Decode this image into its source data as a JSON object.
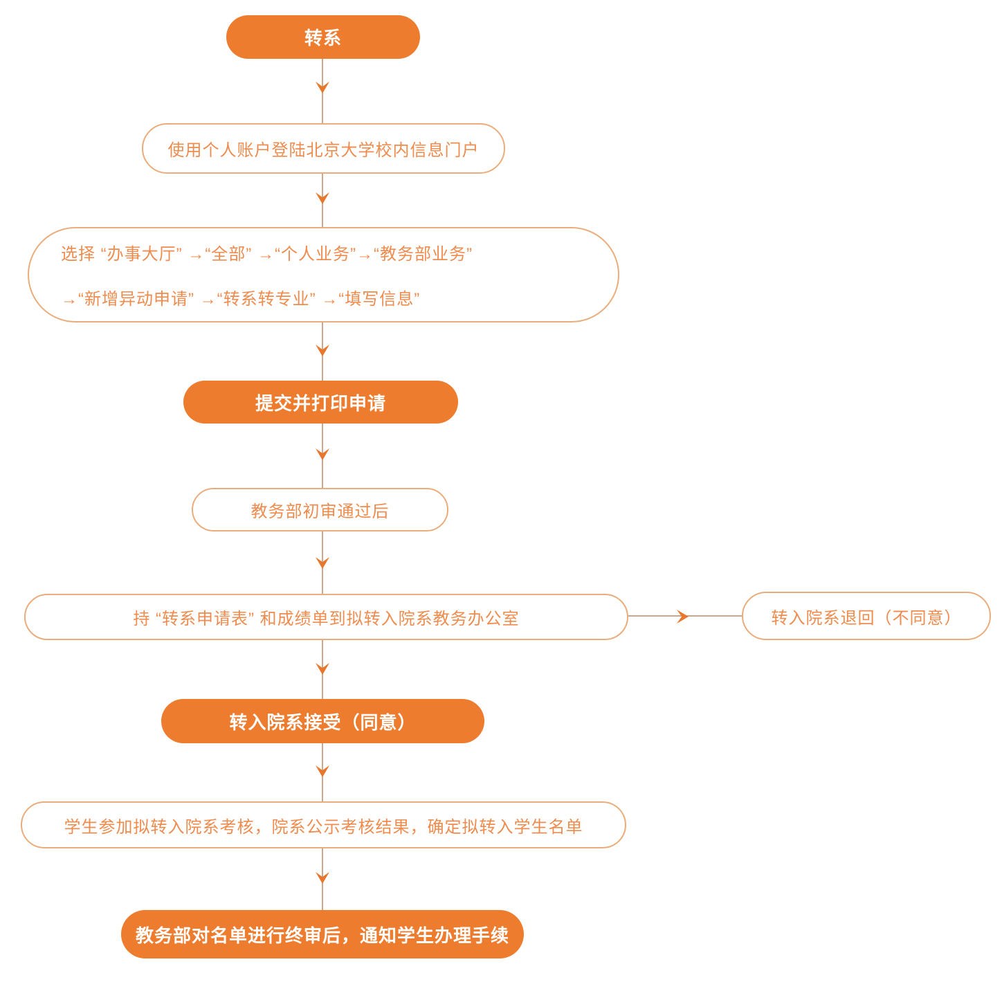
{
  "meta": {
    "type": "flowchart",
    "topic": "转系",
    "colors": {
      "solid_node_fill": "#ED7C2F",
      "solid_node_text": "#FFFFFF",
      "outline_node_border": "#EBAC7C",
      "outline_node_text": "#EE8C4F",
      "connector_line": "#CDA78C",
      "arrowhead": "#E8772E",
      "background": "#FFFFFF"
    }
  },
  "flowchart": {
    "nodes": {
      "start": {
        "label": "转系",
        "style": "solid"
      },
      "login": {
        "label": "使用个人账户登陆北京大学校内信息门户",
        "style": "outline"
      },
      "navigate": {
        "line1": "选择 “办事大厅” →“全部” →“个人业务”→“教务部业务”",
        "line2": "→“新增异动申请” →“转系转专业” →“填写信息”",
        "style": "outline"
      },
      "submit_print": {
        "label": "提交并打印申请",
        "style": "solid"
      },
      "preliminary_review": {
        "label": "教务部初审通过后",
        "style": "outline"
      },
      "deliver_form": {
        "label": "持 “转系申请表” 和成绩单到拟转入院系教务办公室",
        "style": "outline"
      },
      "rejected": {
        "label": "转入院系退回（不同意）",
        "style": "outline"
      },
      "accepted": {
        "label": "转入院系接受（同意）",
        "style": "solid"
      },
      "assessment": {
        "label": "学生参加拟转入院系考核，院系公示考核结果，确定拟转入学生名单",
        "style": "outline"
      },
      "final_review": {
        "label": "教务部对名单进行终审后，通知学生办理手续",
        "style": "solid"
      }
    },
    "edges": [
      {
        "from": "start",
        "to": "login"
      },
      {
        "from": "login",
        "to": "navigate"
      },
      {
        "from": "navigate",
        "to": "submit_print"
      },
      {
        "from": "submit_print",
        "to": "preliminary_review"
      },
      {
        "from": "preliminary_review",
        "to": "deliver_form"
      },
      {
        "from": "deliver_form",
        "to": "rejected"
      },
      {
        "from": "deliver_form",
        "to": "accepted"
      },
      {
        "from": "accepted",
        "to": "assessment"
      },
      {
        "from": "assessment",
        "to": "final_review"
      }
    ]
  }
}
